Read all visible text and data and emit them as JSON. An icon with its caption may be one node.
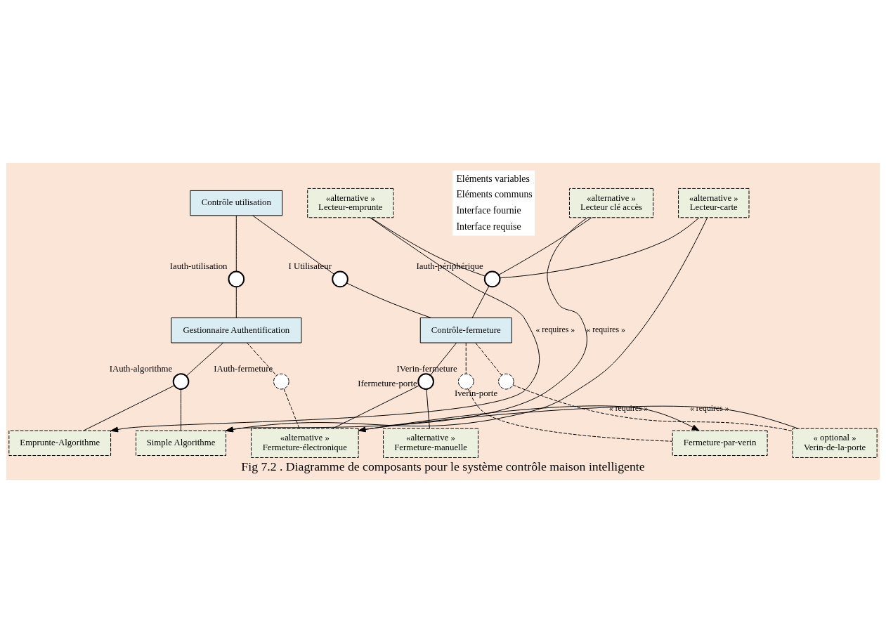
{
  "diagram": {
    "caption": "Fig 7.2 . Diagramme de composants pour le système contrôle maison intelligente",
    "nodes": [
      {
        "text": [
          "Contrôle utilisation"
        ]
      },
      {
        "text": [
          "«alternative »",
          "Lecteur clé accès"
        ]
      },
      {
        "text": [
          "«alternative »",
          "Lecteur-carte"
        ]
      },
      {
        "text": [
          "«alternative »",
          "Lecteur-emprunte"
        ]
      },
      {
        "text": [
          "Gestionnaire Authentification"
        ]
      },
      {
        "text": [
          "Contrôle-fermeture"
        ]
      },
      {
        "text": [
          "Fermeture-par-verin"
        ]
      },
      {
        "text": [
          "« optional »",
          "Verin-de-la-porte"
        ]
      },
      {
        "text": [
          "Emprunte-Algorithme"
        ]
      },
      {
        "text": [
          "Simple Algorithme"
        ]
      },
      {
        "text": [
          "«alternative »",
          "Fermeture-électronique"
        ]
      },
      {
        "text": [
          "«alternative »",
          "Fermeture-manuelle"
        ]
      },
      {
        "text": [],
        "shape": "circle",
        "beside": [
          "Iauth-utilisation"
        ]
      },
      {
        "text": [],
        "shape": "circle",
        "beside": [
          "I Utilisateur"
        ]
      },
      {
        "text": [],
        "shape": "circle",
        "beside": [
          "Iauth-périphérique"
        ]
      },
      {
        "text": [],
        "shape": "circle",
        "beside": [
          "IVerin-fermeture"
        ]
      },
      {
        "text": [],
        "shape": "circle",
        "beside": [
          "Iverin-porte"
        ]
      },
      {
        "text": [],
        "shape": "circle",
        "beside": [
          "IAuth-algorithme"
        ]
      },
      {
        "text": [],
        "shape": "circle",
        "beside": [
          "IAuth-fermeture"
        ]
      },
      {
        "text": [],
        "shape": "circle",
        "beside": [
          "Ifermeture-porte"
        ]
      }
    ],
    "edges": [
      {
        "from": 0,
        "to": 12,
        "arrow": "none"
      },
      {
        "from": 12,
        "to": 4,
        "arrow": "none"
      },
      {
        "from": 0,
        "to": 13,
        "arrow": "none"
      },
      {
        "from": 13,
        "to": 5,
        "arrow": "none"
      },
      {
        "from": 1,
        "to": 14,
        "arrow": "none"
      },
      {
        "from": 2,
        "to": 14,
        "arrow": "none"
      },
      {
        "from": 3,
        "to": 14,
        "arrow": "none"
      },
      {
        "from": 14,
        "to": 5,
        "arrow": "none"
      },
      {
        "from": 5,
        "to": 15,
        "arrow": "none",
        "style": "dashed"
      },
      {
        "from": 15,
        "to": 6,
        "arrow": "none",
        "style": "dashed"
      },
      {
        "from": 5,
        "to": 16,
        "arrow": "none",
        "style": "dashed"
      },
      {
        "from": 16,
        "to": 7,
        "arrow": "none",
        "style": "dashed"
      },
      {
        "from": 4,
        "to": 17,
        "arrow": "none"
      },
      {
        "from": 17,
        "to": 8,
        "arrow": "none"
      },
      {
        "from": 17,
        "to": 9,
        "arrow": "none"
      },
      {
        "from": 4,
        "to": 18,
        "arrow": "none",
        "style": "dashed"
      },
      {
        "from": 18,
        "to": 10,
        "arrow": "none",
        "style": "dashed"
      },
      {
        "from": 5,
        "to": 19,
        "arrow": "none"
      },
      {
        "from": 19,
        "to": 10,
        "arrow": "none"
      },
      {
        "from": 19,
        "to": 11,
        "arrow": "none"
      },
      {
        "from": 3,
        "to": 8,
        "arrow": "to",
        "label": "« requires »"
      },
      {
        "from": 1,
        "to": 9,
        "arrow": "to",
        "label": "« requires »"
      },
      {
        "from": 2,
        "to": 9,
        "arrow": "to"
      },
      {
        "from": 10,
        "to": 6,
        "arrow": "to",
        "label": "« requires »"
      },
      {
        "from": 7,
        "to": 10,
        "arrow": "to",
        "label": "« requires »"
      }
    ],
    "legend": [
      {
        "text": "Eléments variables"
      },
      {
        "text": "Eléments communs"
      },
      {
        "text": "Interface fournie"
      },
      {
        "text": "Interface requise"
      }
    ]
  }
}
